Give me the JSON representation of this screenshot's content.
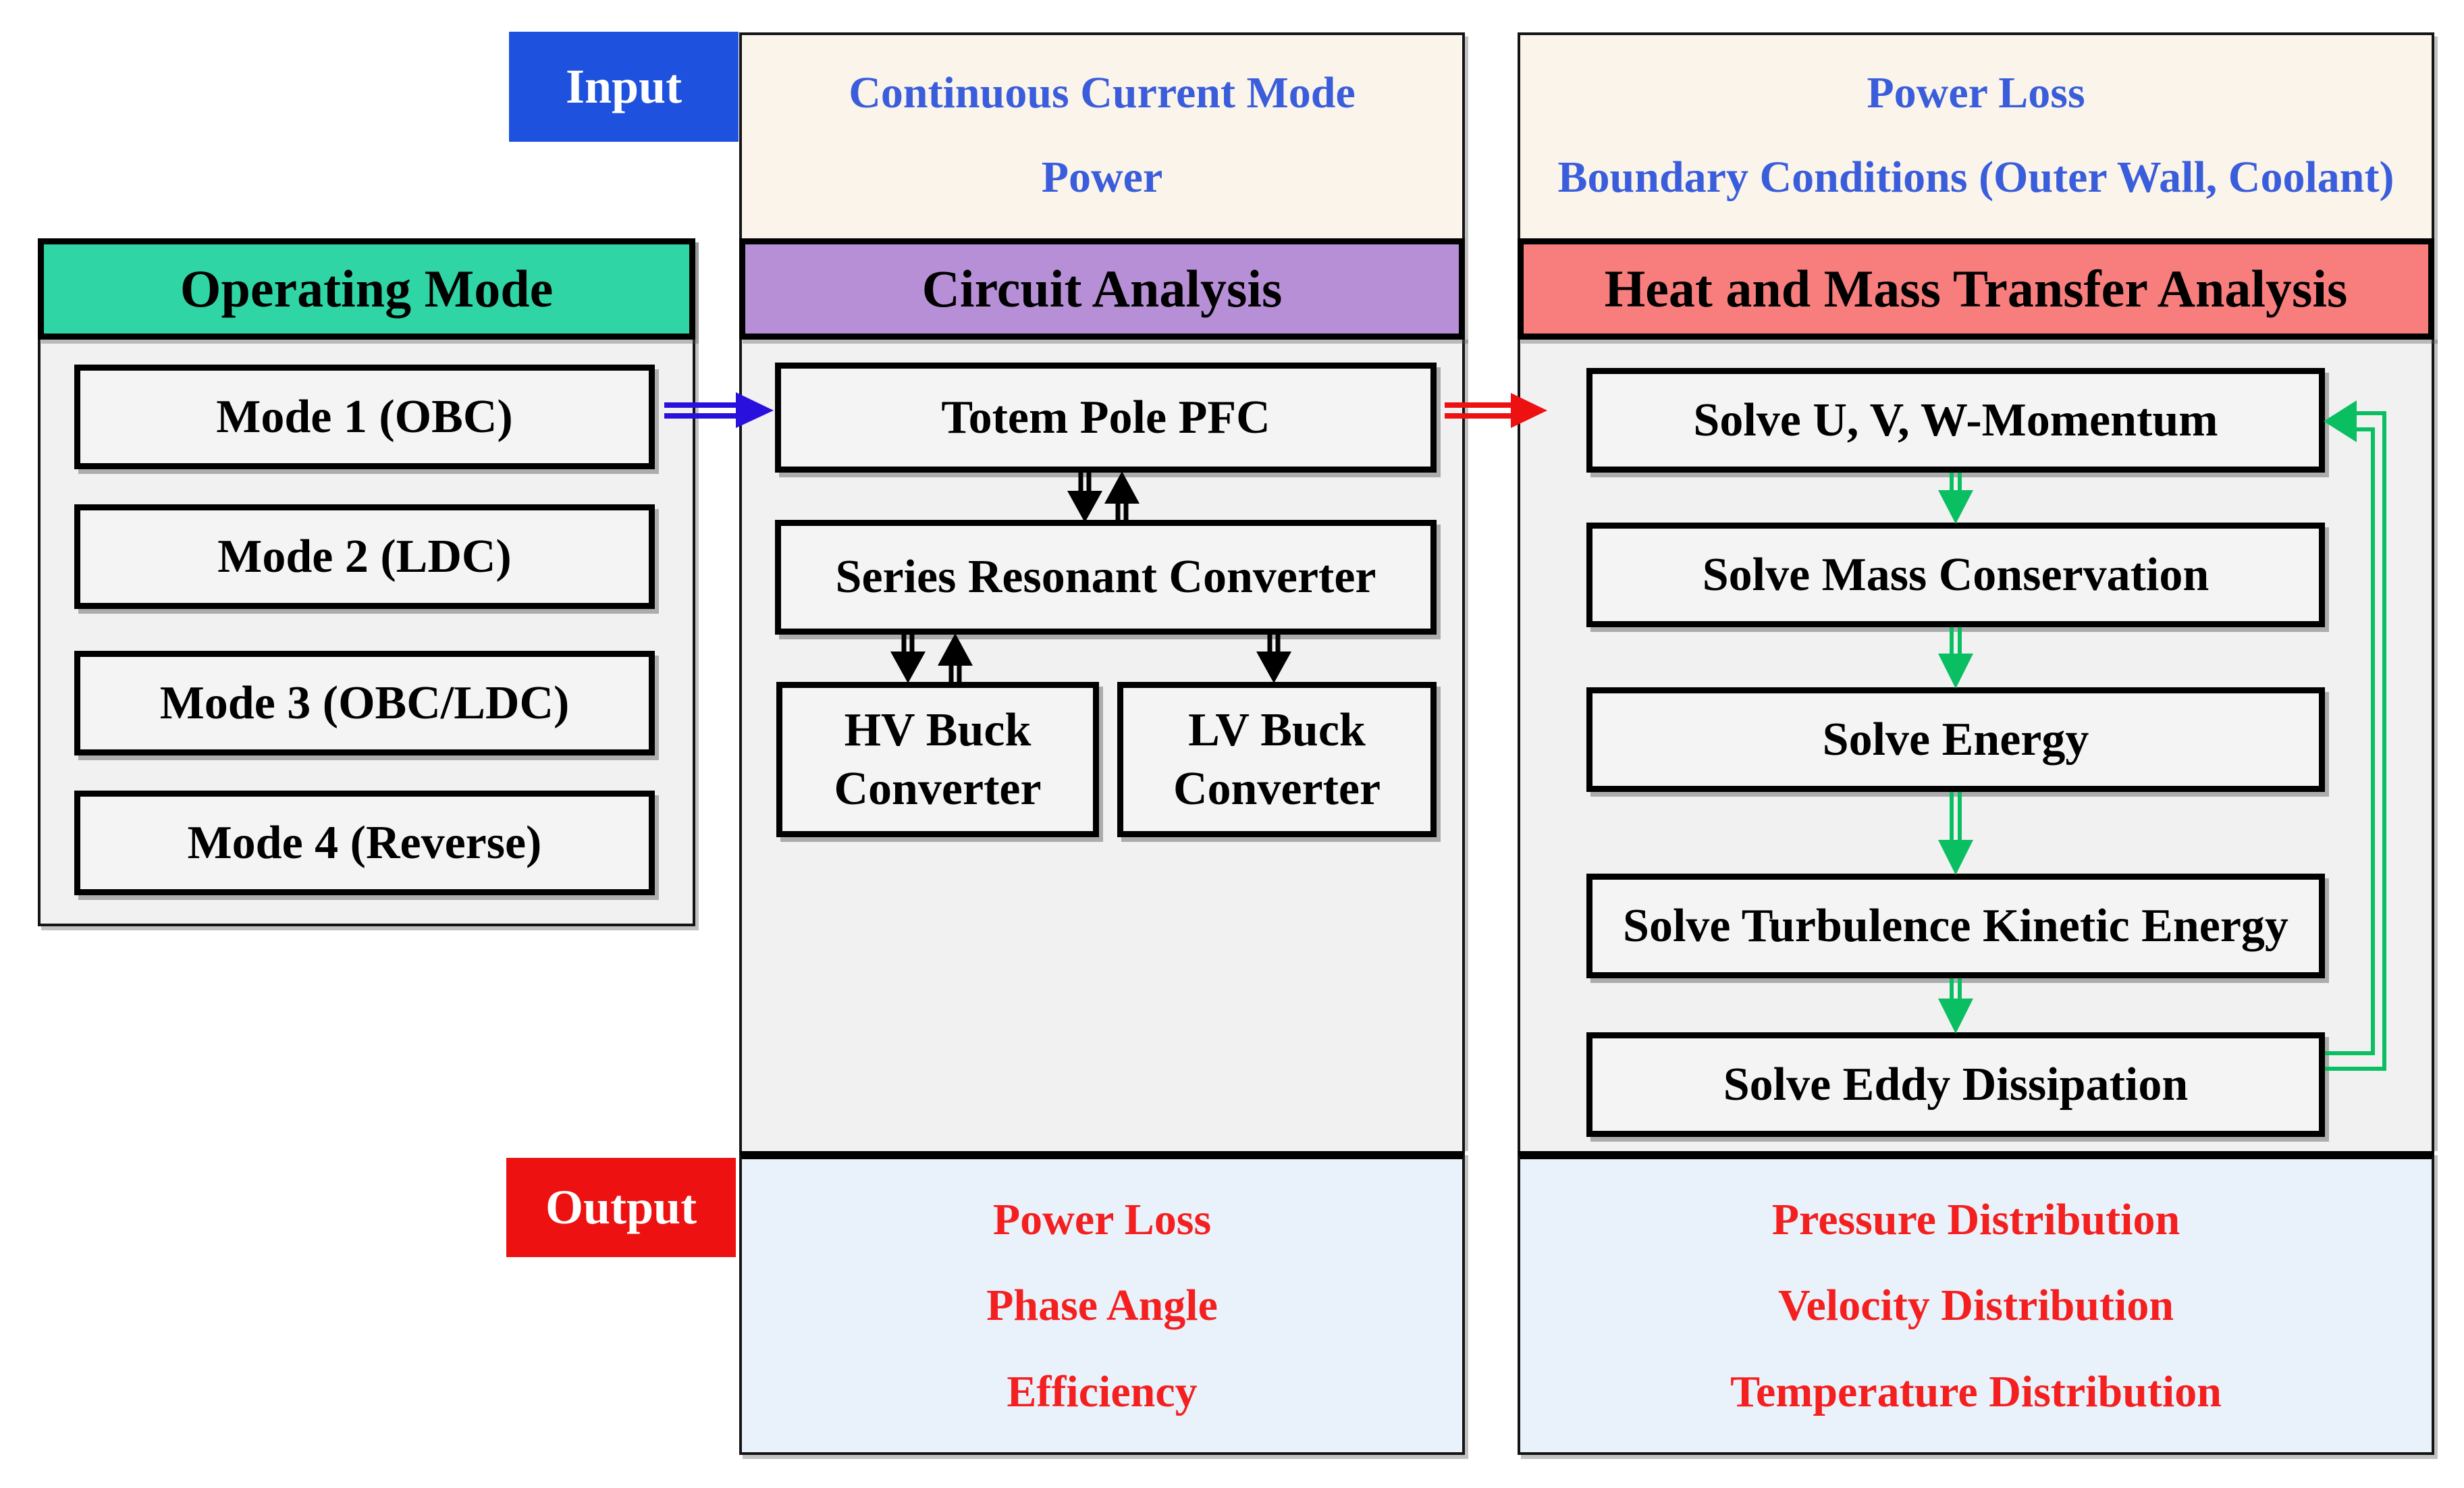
{
  "labels": {
    "input": "Input",
    "output": "Output"
  },
  "colors": {
    "input-fill": "#1e51dd",
    "output-fill": "#ee1111",
    "blue-text": "#3a5edb",
    "red-text": "#f42020",
    "green-header": "#30d5a5",
    "purple-header": "#b78fd6",
    "salmon-header": "#f87d7d",
    "arrow-blue": "#2a10dd",
    "arrow-red": "#ee1111",
    "arrow-green": "#0abf62",
    "panel-bg": "#f1f1f1",
    "box-bg": "#f4f4f4",
    "cream-bg": "#fbf4ea",
    "lightblue-bg": "#e9f1fa"
  },
  "columns": [
    {
      "header": "Operating Mode",
      "boxes": [
        "Mode 1 (OBC)",
        "Mode 2 (LDC)",
        "Mode 3 (OBC/LDC)",
        "Mode 4 (Reverse)"
      ]
    },
    {
      "header": "Circuit Analysis",
      "inputs": [
        "Continuous Current Mode",
        "Power"
      ],
      "boxes": [
        "Totem Pole PFC",
        "Series Resonant Converter",
        "HV Buck Converter",
        "LV Buck Converter"
      ],
      "outputs": [
        "Power Loss",
        "Phase Angle",
        "Efficiency"
      ]
    },
    {
      "header": "Heat and Mass Transfer Analysis",
      "inputs": [
        "Power Loss",
        "Boundary Conditions (Outer Wall, Coolant)"
      ],
      "boxes": [
        "Solve U, V, W-Momentum",
        "Solve Mass Conservation",
        "Solve Energy",
        "Solve Turbulence Kinetic Energy",
        "Solve Eddy Dissipation"
      ],
      "outputs": [
        "Pressure Distribution",
        "Velocity Distribution",
        "Temperature Distribution"
      ]
    }
  ]
}
